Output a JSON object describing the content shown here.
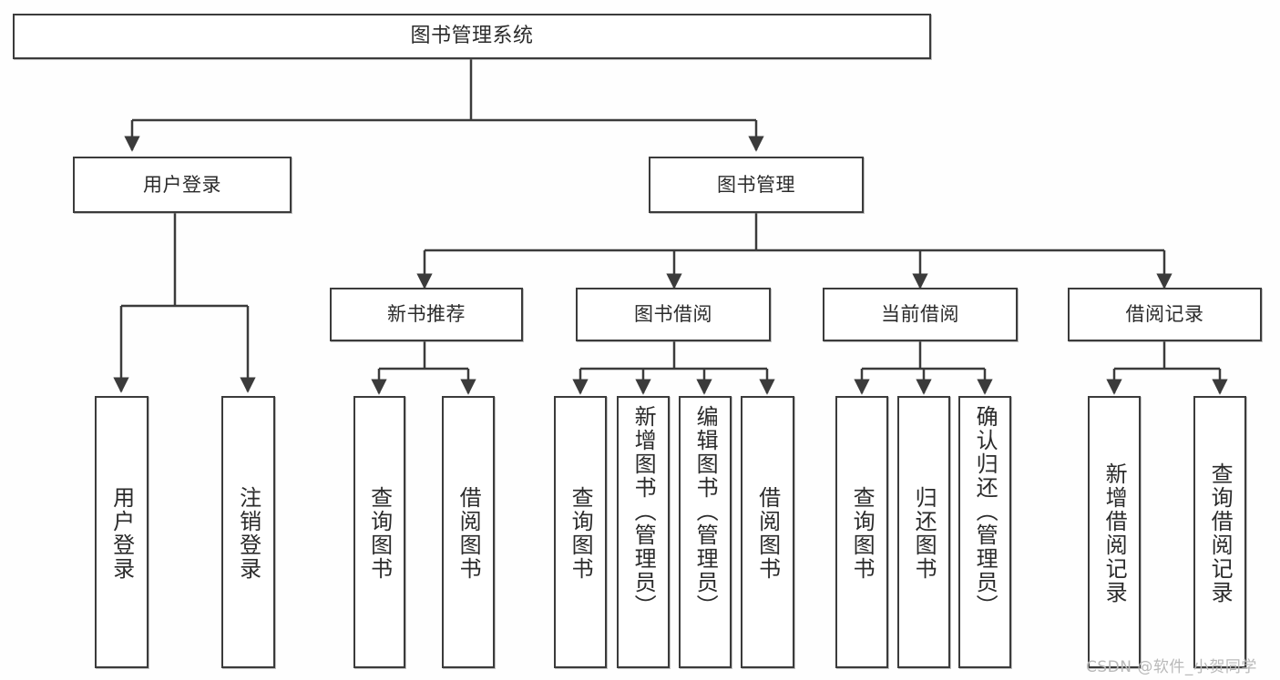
{
  "diagram": {
    "type": "hierarchy-tree",
    "title": "图书管理系统",
    "background_color": "#fefefe",
    "box_border_color": "#3b3b3b",
    "box_fill_color": "#ffffff",
    "text_color": "#2b2b2b"
  },
  "nodes": {
    "root": {
      "label": "图书管理系统"
    },
    "level1": [
      {
        "label": "用户登录"
      },
      {
        "label": "图书管理"
      }
    ],
    "level2": [
      {
        "label": "新书推荐"
      },
      {
        "label": "图书借阅"
      },
      {
        "label": "当前借阅"
      },
      {
        "label": "借阅记录"
      }
    ],
    "leaves": {
      "user_login": [
        {
          "label": "用户登录"
        },
        {
          "label": "注销登录"
        }
      ],
      "new_book_recommend": [
        {
          "label": "查询图书"
        },
        {
          "label": "借阅图书"
        }
      ],
      "book_borrow": [
        {
          "label": "查询图书"
        },
        {
          "label": "新增图书（管理员）"
        },
        {
          "label": "编辑图书（管理员）"
        },
        {
          "label": "借阅图书"
        }
      ],
      "current_borrow": [
        {
          "label": "查询图书"
        },
        {
          "label": "归还图书"
        },
        {
          "label": "确认归还（管理员）"
        }
      ],
      "borrow_record": [
        {
          "label": "新增借阅记录"
        },
        {
          "label": "查询借阅记录"
        }
      ]
    }
  },
  "watermark": {
    "text": "CSDN @软件_小贺同学",
    "color": "#b9b9b9"
  }
}
